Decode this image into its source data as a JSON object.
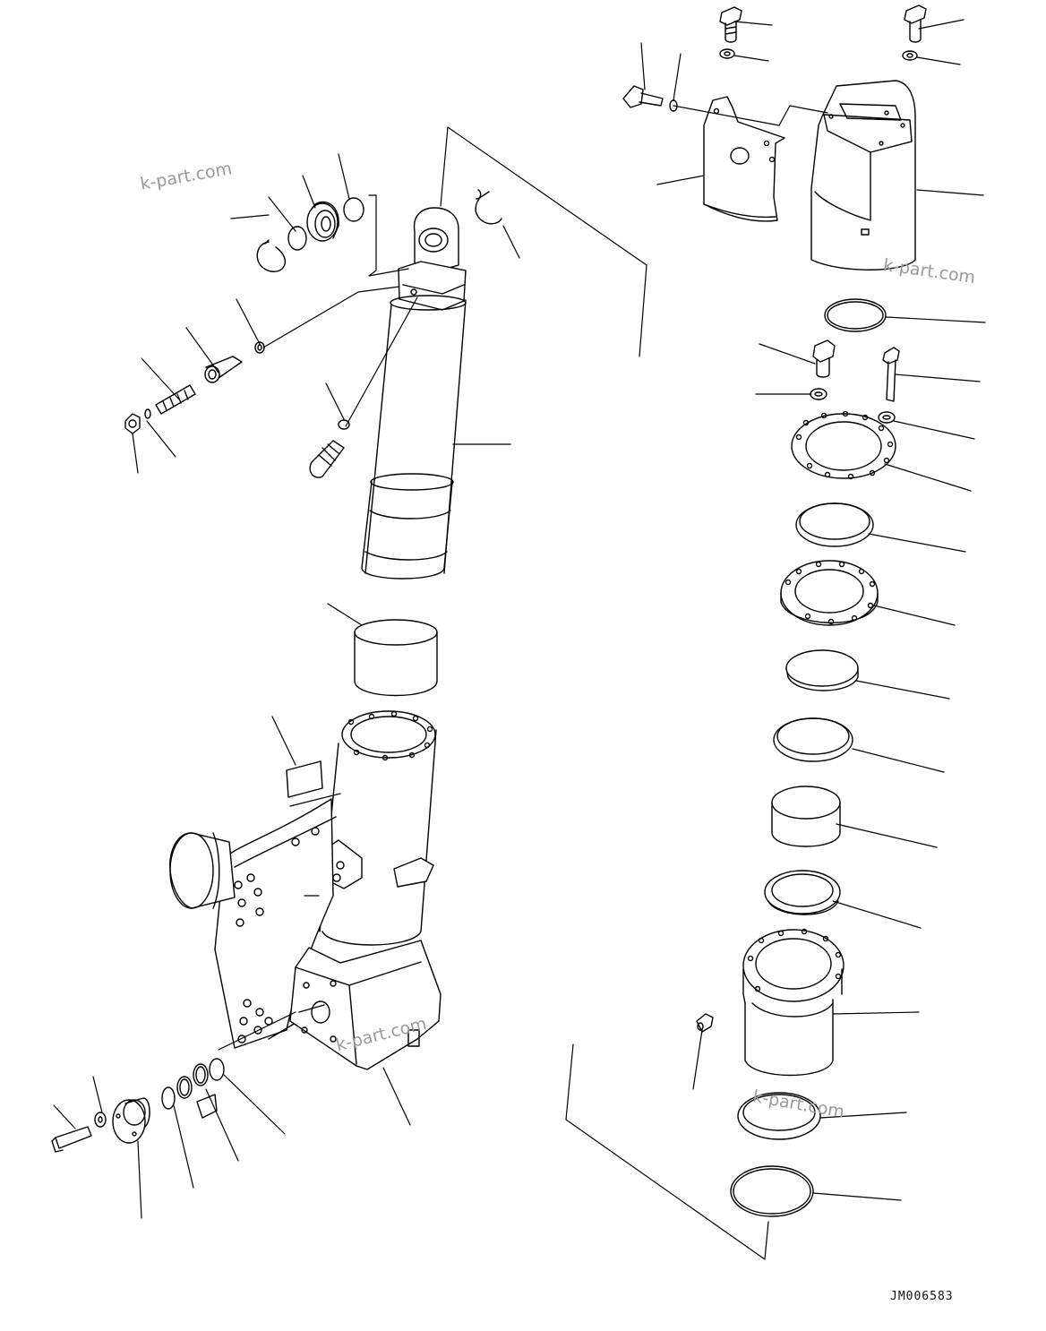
{
  "watermarks": [
    "k-part.com",
    "k-part.com",
    "k-part.com",
    "k-part.com"
  ],
  "drawing_code": "JM006583",
  "colors": {
    "line": "#000000",
    "background": "#ffffff",
    "watermark": "#9a9a9a"
  }
}
